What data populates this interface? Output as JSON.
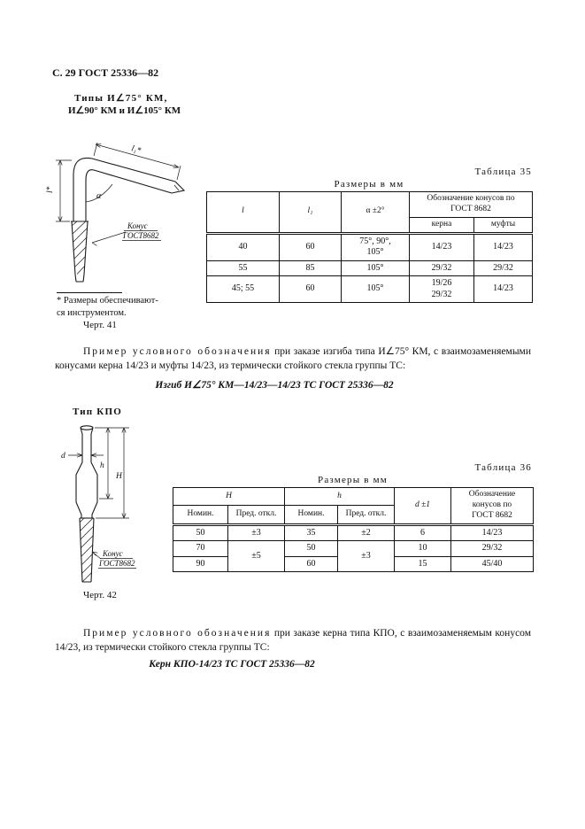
{
  "page": {
    "header": "С. 29 ГОСТ 25336—82",
    "types_line1": "Типы  И∠75° КМ,",
    "types_line2": "И∠90° КМ и И∠105° КМ",
    "type_kpo_title": "Тип  КПО"
  },
  "figure41": {
    "dim_l": "l*",
    "dim_l1": "l₁*",
    "dim_alpha": "α",
    "cone_label_line1": "Конус",
    "cone_label_line2": "ГОСТ8682",
    "footnote": "* Размеры  обеспечивают-\nся  инструментом.",
    "caption": "Черт. 41"
  },
  "table35": {
    "label": "Таблица 35",
    "units": "Размеры в мм",
    "headers": {
      "l": "l",
      "l1": "l₁",
      "alpha": "α ±2°",
      "designation": "Обозначение  конусов  по\nГОСТ  8682",
      "kerna": "керна",
      "mufty": "муфты"
    },
    "rows": [
      {
        "l": "40",
        "l1": "60",
        "alpha": "75°, 90°,\n105°",
        "kerna": "14/23",
        "mufty": "14/23"
      },
      {
        "l": "55",
        "l1": "85",
        "alpha": "105°",
        "kerna": "29/32",
        "mufty": "29/32"
      },
      {
        "l": "45; 55",
        "l1": "60",
        "alpha": "105°",
        "kerna": "19/26\n29/32",
        "mufty": "14/23"
      }
    ]
  },
  "example1": {
    "intro": "Пример условного обозначения",
    "text": " при заказе изгиба типа  И∠75° КМ,  с взаимозаменяемыми конусами керна 14/23 и муфты 14/23, из термически стойкого стекла группы ТС:",
    "designation": "Изгиб И∠75° КМ—14/23—14/23 ТС ГОСТ 25336—82"
  },
  "figure42": {
    "dim_d": "d",
    "dim_h": "h",
    "dim_H": "H",
    "cone_label_line1": "Конус",
    "cone_label_line2": "ГОСТ8682",
    "caption": "Черт. 42"
  },
  "table36": {
    "label": "Таблица 36",
    "units": "Размеры в мм",
    "headers": {
      "H": "H",
      "h": "h",
      "nominal": "Номин.",
      "deviation": "Пред. откл.",
      "d": "d ±1",
      "designation": "Обозначение\nконусов по\nГОСТ  8682"
    },
    "rows": [
      {
        "H_nom": "50",
        "H_dev": "±3",
        "h_nom": "35",
        "h_dev": "±2",
        "d": "6",
        "cone": "14/23"
      },
      {
        "H_nom": "70",
        "H_dev": "±5",
        "h_nom": "50",
        "h_dev": "±3",
        "d": "10",
        "cone": "29/32"
      },
      {
        "H_nom": "90",
        "h_nom": "60",
        "d": "15",
        "cone": "45/40"
      }
    ]
  },
  "example2": {
    "intro": "Пример условного обозначения",
    "text": " при заказе керна  типа КПО, с взаимозаменяемым конусом 14/23, из термически стойкого стекла группы ТС:",
    "designation": "Керн КПО-14/23 ТС ГОСТ 25336—82"
  }
}
